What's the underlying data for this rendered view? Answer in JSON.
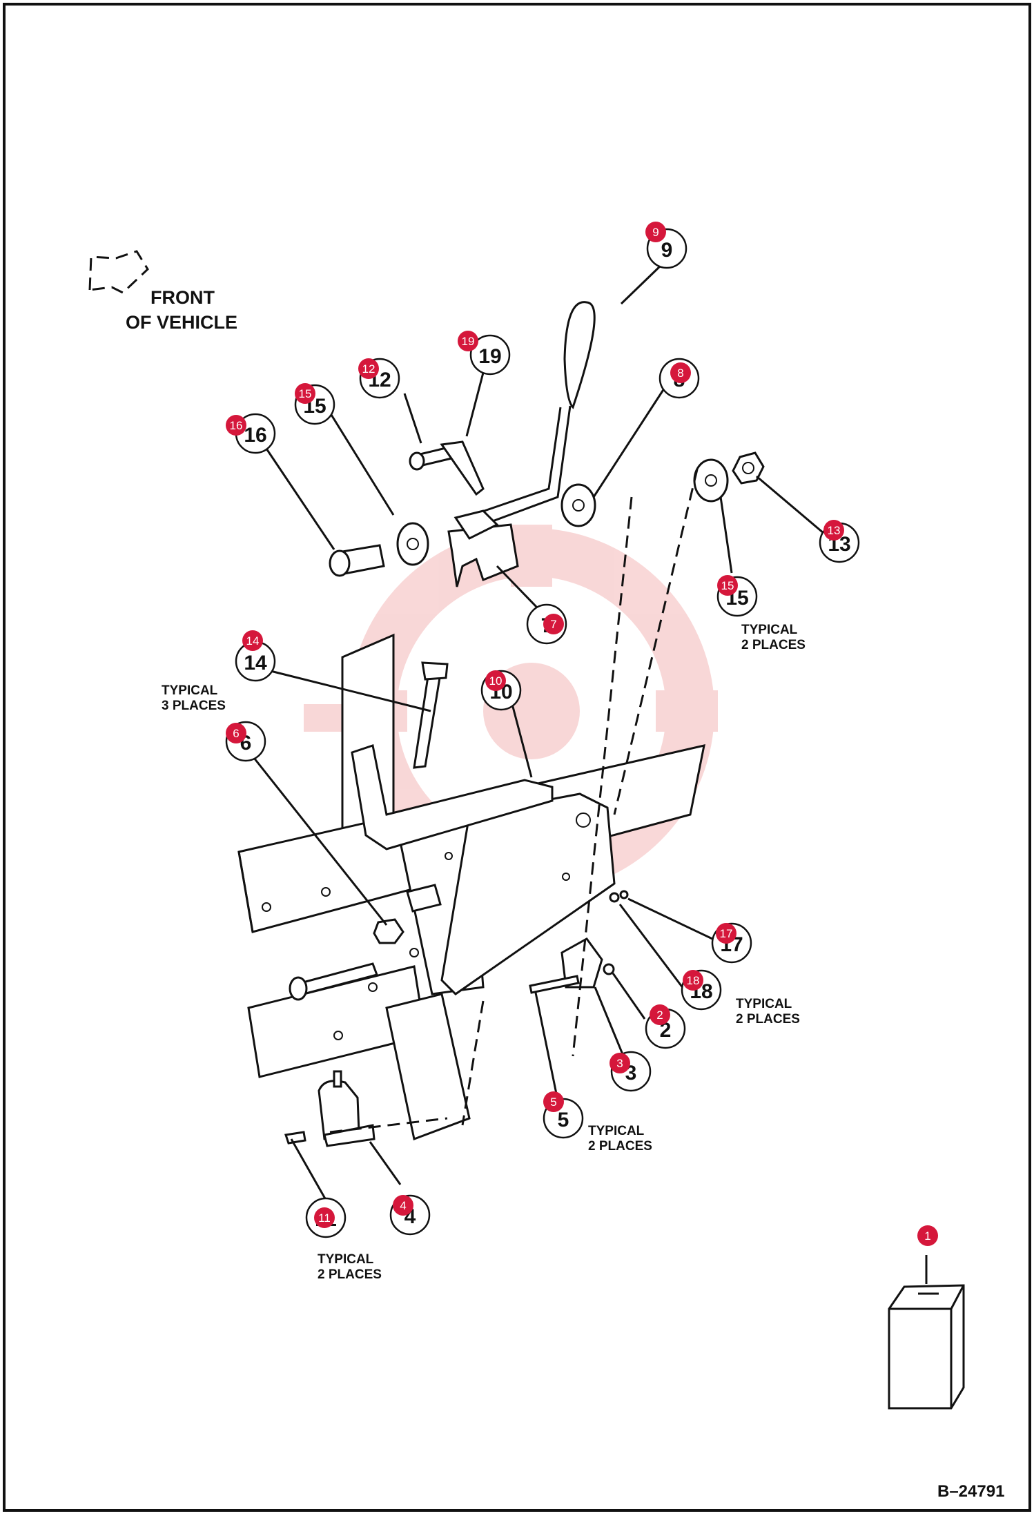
{
  "orientation": {
    "line1": "FRONT",
    "line2": "OF VEHICLE"
  },
  "notes": {
    "typ_15": {
      "line1": "TYPICAL",
      "line2": "2 PLACES"
    },
    "typ_14": {
      "line1": "TYPICAL",
      "line2": "3 PLACES"
    },
    "typ_18": {
      "line1": "TYPICAL",
      "line2": "2 PLACES"
    },
    "typ_5": {
      "line1": "TYPICAL",
      "line2": "2 PLACES"
    },
    "typ_11": {
      "line1": "TYPICAL",
      "line2": "2 PLACES"
    }
  },
  "callouts": {
    "c9": "9",
    "c19": "19",
    "c12": "12",
    "c15a": "15",
    "c16": "16",
    "c8": "8",
    "c13": "13",
    "c15b": "15",
    "c7": "7",
    "c14": "14",
    "c10": "10",
    "c6": "6",
    "c17": "17",
    "c18": "18",
    "c2": "2",
    "c3": "3",
    "c5": "5",
    "c4": "4",
    "c11": "11",
    "c1": "1"
  },
  "doc_number": "B–24791",
  "colors": {
    "marker": "#d5173b",
    "line": "#111111",
    "watermark": "#f4b8b8"
  }
}
